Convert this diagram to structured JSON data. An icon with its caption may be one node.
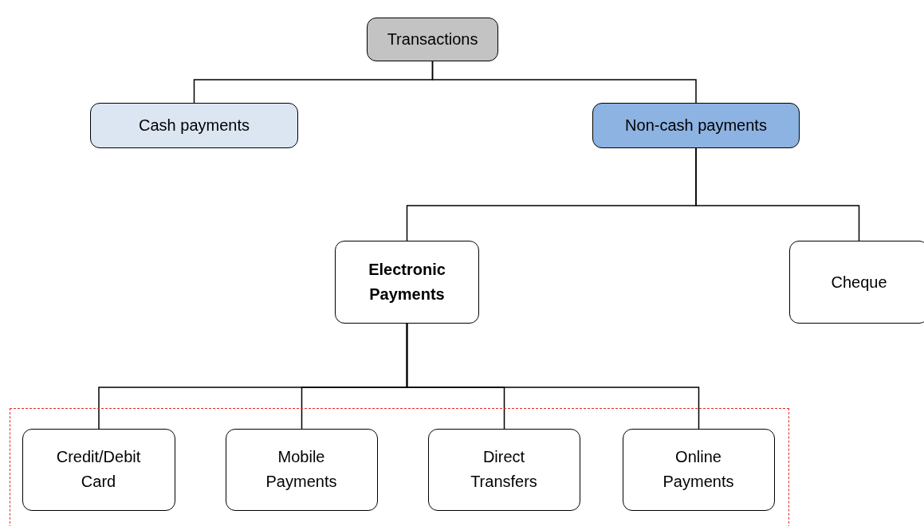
{
  "diagram": {
    "nodes": [
      {
        "text": [
          "Transactions"
        ]
      },
      {
        "text": [
          "Cash payments"
        ]
      },
      {
        "text": [
          "Non-cash payments"
        ]
      },
      {
        "text": [
          "Electronic Payments"
        ]
      },
      {
        "text": [
          "Cheque"
        ]
      },
      {
        "text": [],
        "shape": "box"
      },
      {
        "text": [
          "Credit/Debit Card"
        ],
        "in": 5
      },
      {
        "text": [
          "Mobile Payments"
        ],
        "in": 5
      },
      {
        "text": [
          "Direct Transfers"
        ],
        "in": 5
      },
      {
        "text": [
          "Online Payments"
        ],
        "in": 5
      }
    ],
    "edges": [
      {
        "from": 0,
        "to": 1,
        "arrow": "none"
      },
      {
        "from": 0,
        "to": 2,
        "arrow": "none"
      },
      {
        "from": 2,
        "to": 3,
        "arrow": "none"
      },
      {
        "from": 2,
        "to": 4,
        "arrow": "none"
      },
      {
        "from": 3,
        "to": 6,
        "arrow": "none"
      },
      {
        "from": 3,
        "to": 7,
        "arrow": "none"
      },
      {
        "from": 3,
        "to": 8,
        "arrow": "none"
      },
      {
        "from": 3,
        "to": 9,
        "arrow": "none"
      }
    ]
  }
}
